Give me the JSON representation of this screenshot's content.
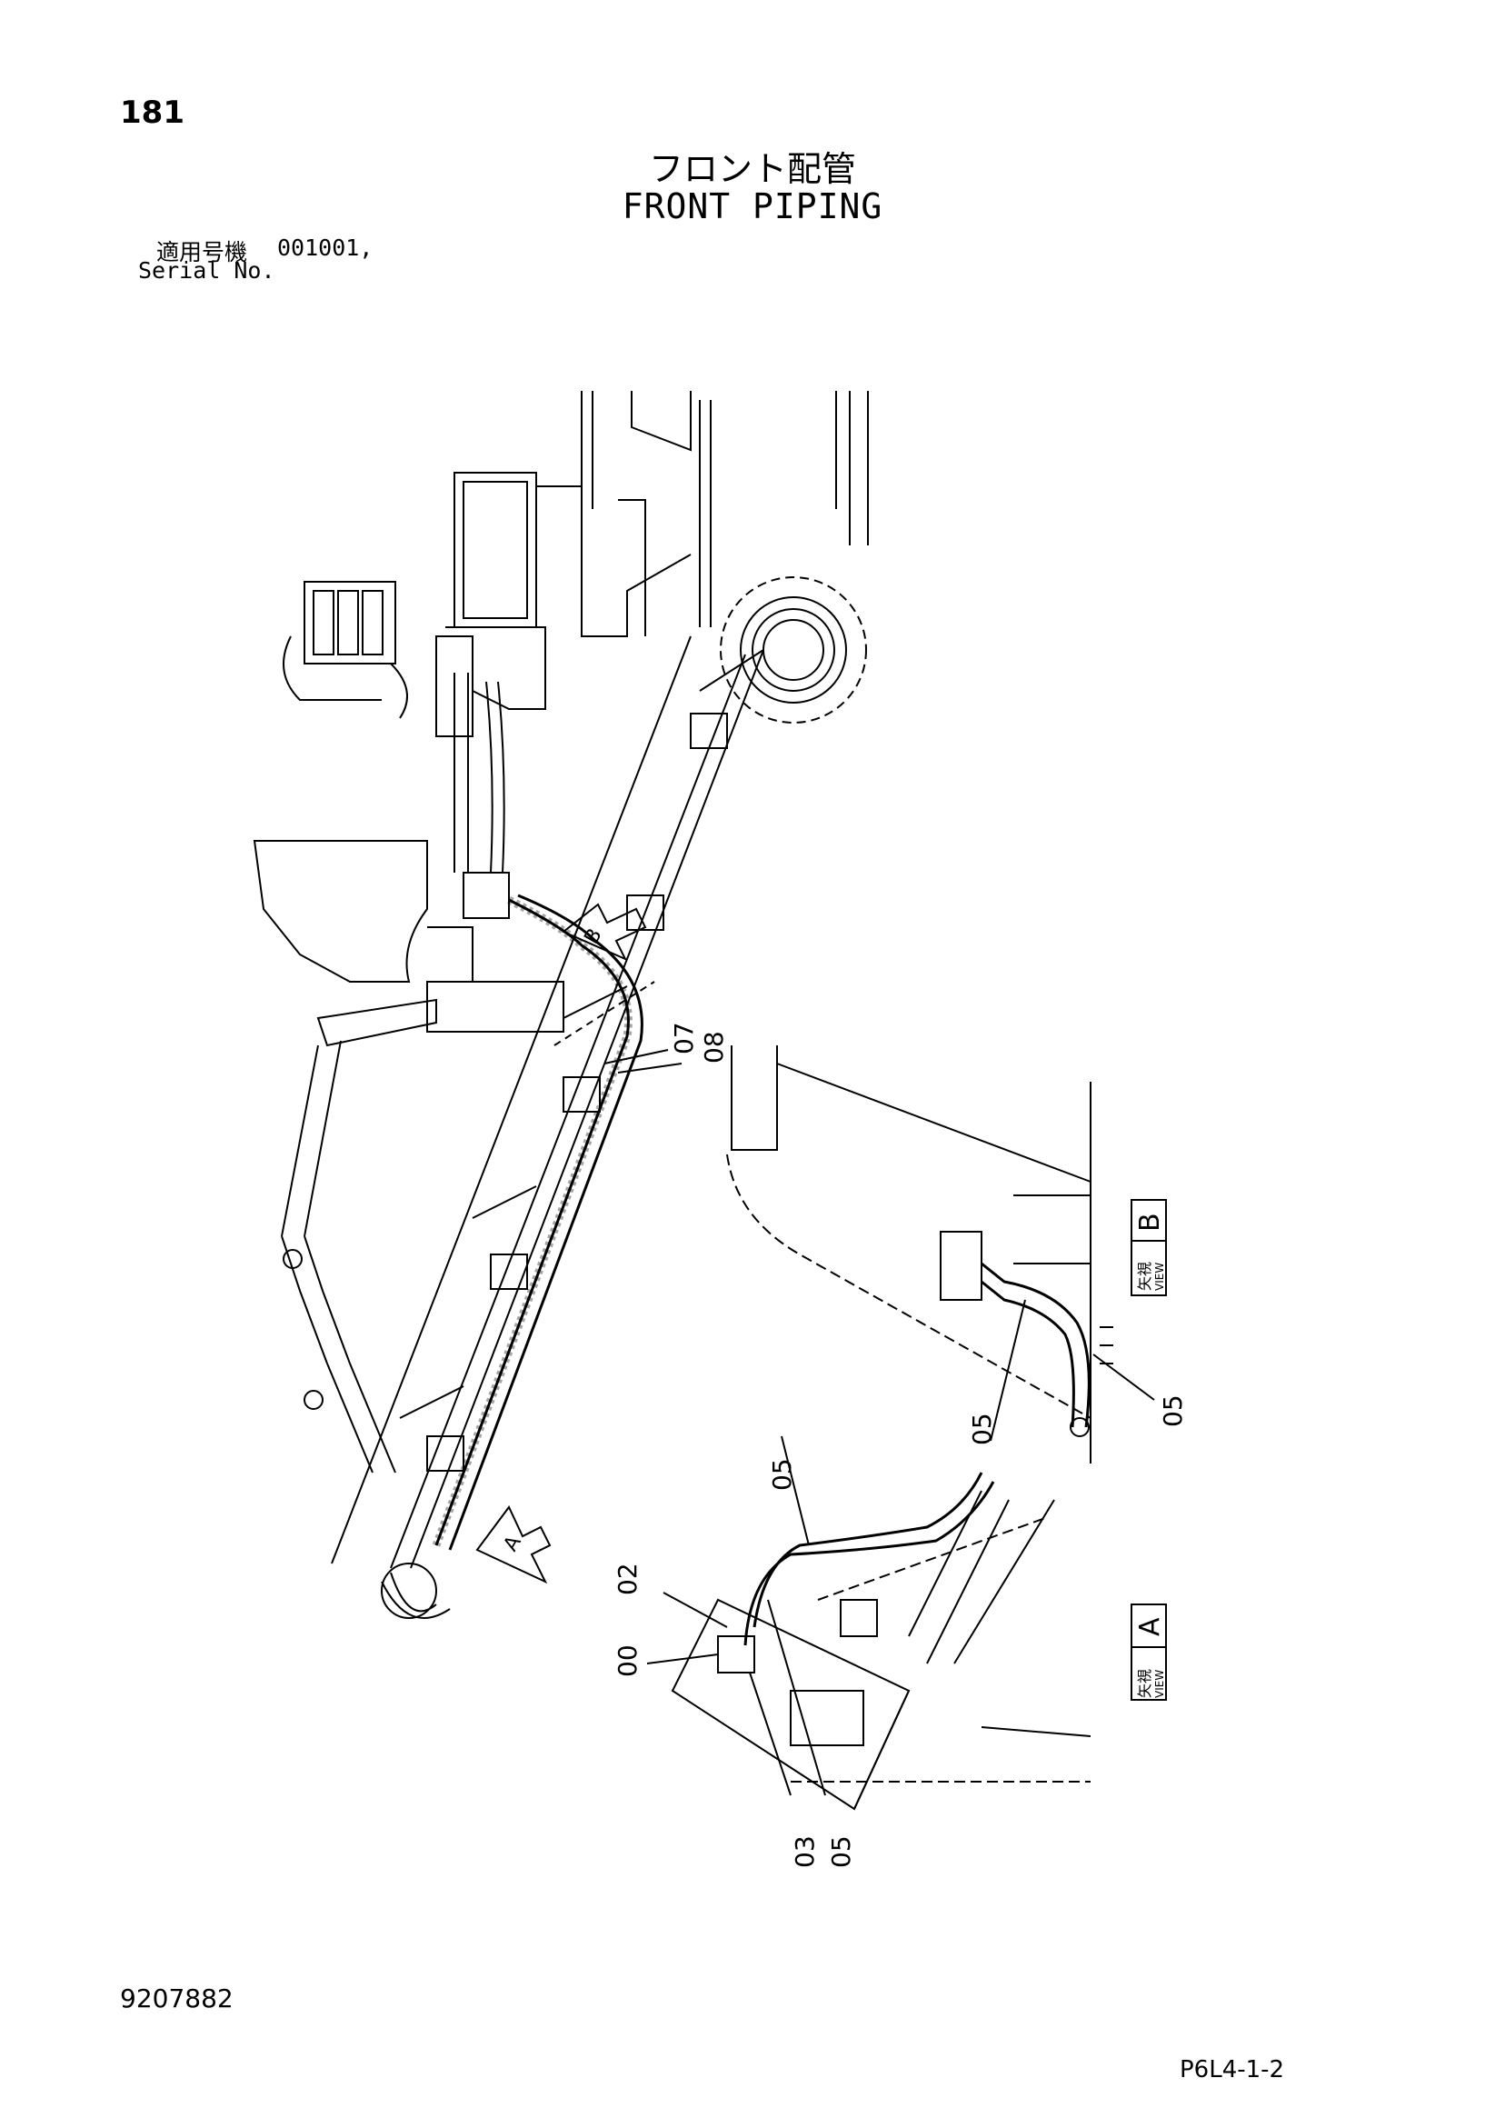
{
  "header": {
    "page_number": "181",
    "title_ja": "フロント配管",
    "title_en": "FRONT PIPING",
    "serial_label_ja": "適用号機",
    "serial_value": "001001,",
    "serial_label_en": "Serial No."
  },
  "diagram": {
    "main_view_callouts": [
      {
        "id": "07",
        "label": "07"
      },
      {
        "id": "08",
        "label": "08"
      }
    ],
    "view_markers": [
      {
        "id": "A",
        "label": "A"
      },
      {
        "id": "B",
        "label": "B"
      }
    ],
    "view_b": {
      "kanji": "矢視",
      "word": "VIEW",
      "letter": "B",
      "callouts": [
        "05",
        "05"
      ]
    },
    "view_a": {
      "kanji": "矢視",
      "word": "VIEW",
      "letter": "A",
      "callouts": [
        "05",
        "02",
        "00",
        "03",
        "05"
      ]
    }
  },
  "footer": {
    "doc_number": "9207882",
    "page_code": "P6L4-1-2"
  }
}
